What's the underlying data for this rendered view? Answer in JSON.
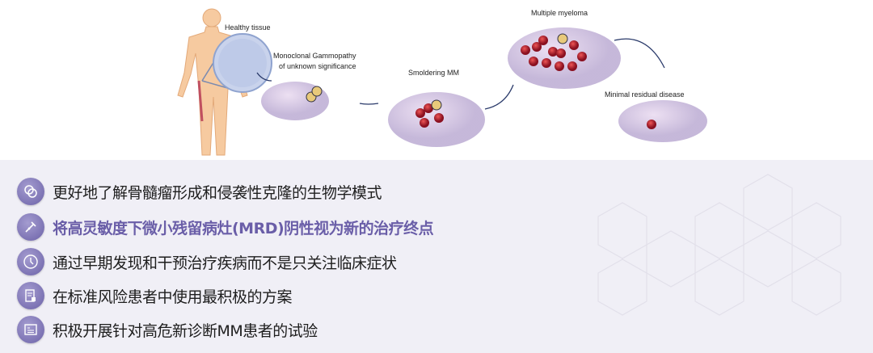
{
  "figure": {
    "labels": {
      "healthy": "Healthy tissue",
      "mgus1": "Monoclonal Gammopathy",
      "mgus2": "of unknown significance",
      "smm": "Smoldering MM",
      "mm": "Multiple myeloma",
      "mrd": "Minimal residual disease"
    }
  },
  "bullets": [
    {
      "icon": "rings-icon",
      "text": "更好地了解骨髓瘤形成和侵袭性克隆的生物学模式"
    },
    {
      "icon": "syringe-icon",
      "text": "将高灵敏度下微小残留病灶(MRD)阴性视为新的治疗终点",
      "highlight": true
    },
    {
      "icon": "clock-icon",
      "text": "通过早期发现和干预治疗疾病而不是只关注临床症状"
    },
    {
      "icon": "document-icon",
      "text": "在标准风险患者中使用最积极的方案"
    },
    {
      "icon": "clipboard-icon",
      "text": "积极开展针对高危新诊断MM患者的试验"
    }
  ],
  "colors": {
    "accent": "#6a5ea8",
    "background": "#f0eff6"
  }
}
